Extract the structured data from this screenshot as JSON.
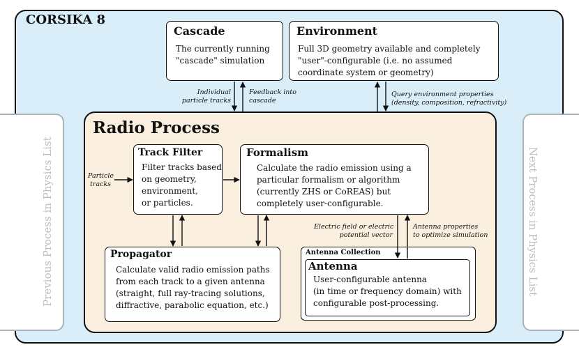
{
  "corsika_label": "CORSIKA 8",
  "previous_process": "Previous Process in Physics List",
  "next_process": "Next Process in Physics List",
  "cascade": {
    "title": "Cascade",
    "line1": "The currently running",
    "line2": "\"cascade\" simulation"
  },
  "environment": {
    "title": "Environment",
    "line1": "Full 3D geometry available and completely",
    "line2": "\"user\"-configurable (i.e. no assumed",
    "line3": "coordinate system or geometry)"
  },
  "links": {
    "tracks_1": "Individual",
    "tracks_2": "particle tracks",
    "feedback_1": "Feedback into",
    "feedback_2": "cascade",
    "query_1": "Query environment properties",
    "query_2": "(density, composition, refractivity)",
    "particle_1": "Particle",
    "particle_2": "tracks",
    "efield_1": "Electric field or electric",
    "efield_2": "potential vector",
    "antprops_1": "Antenna properties",
    "antprops_2": "to optimize simulation"
  },
  "radio_process": {
    "title": "Radio Process",
    "track_filter": {
      "title": "Track Filter",
      "line1": "Filter tracks based",
      "line2": "on geometry,",
      "line3": "environment,",
      "line4": "or particles."
    },
    "formalism": {
      "title": "Formalism",
      "line1": "Calculate the radio emission using a",
      "line2": "particular formalism or algorithm",
      "line3": "(currently ZHS or CoREAS) but",
      "line4": "completely user-configurable."
    },
    "propagator": {
      "title": "Propagator",
      "line1": "Calculate valid radio emission paths",
      "line2": "from each track to a given antenna",
      "line3": "(straight, full ray-tracing solutions,",
      "line4": "diffractive, parabolic equation, etc.)"
    },
    "antenna_collection": {
      "title": "Antenna Collection",
      "antenna": {
        "title": "Antenna",
        "line1": "User-configurable antenna",
        "line2": "(in time or frequency domain) with",
        "line3": "configurable post-processing."
      }
    }
  }
}
